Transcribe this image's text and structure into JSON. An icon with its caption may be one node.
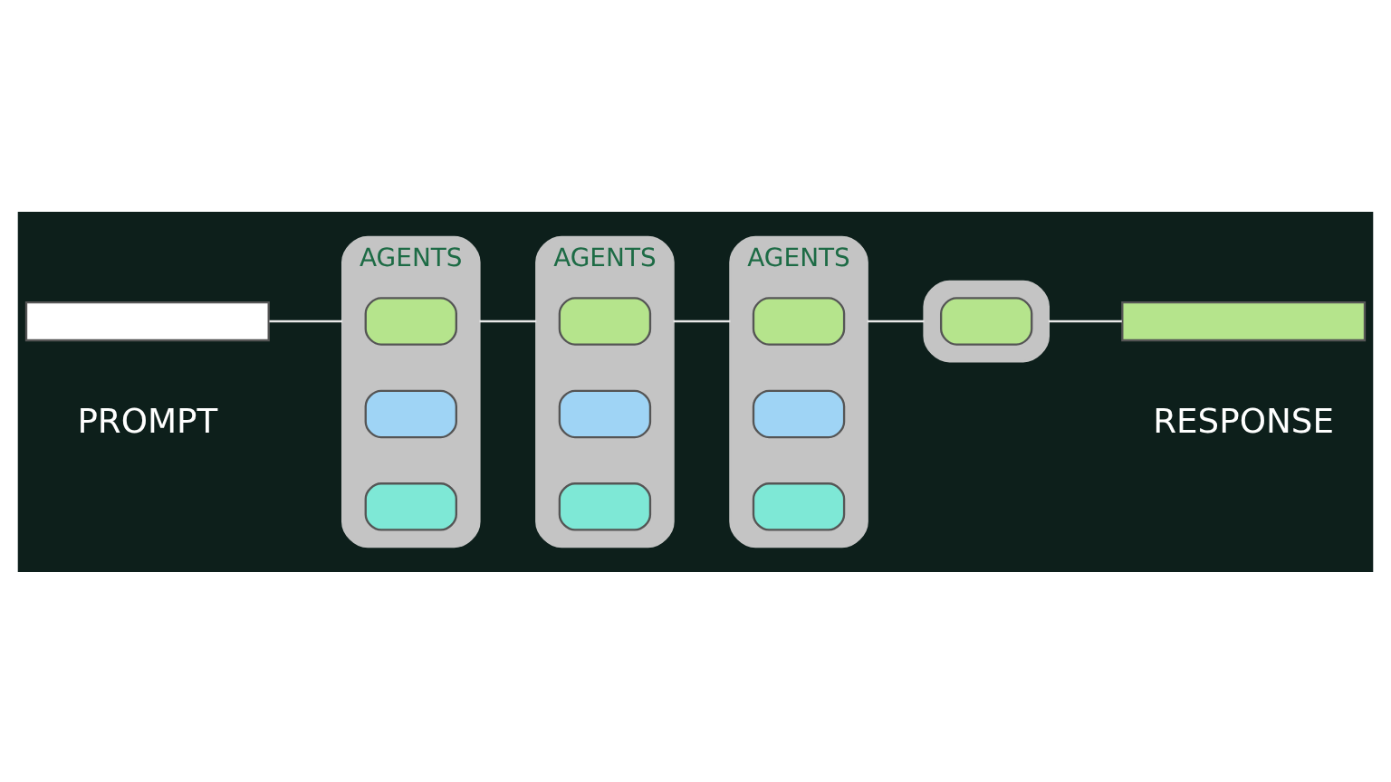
{
  "diagram": {
    "nodes": [
      {
        "text": [],
        "shape": "bar",
        "beside": [
          "PROMPT"
        ]
      },
      {
        "text": [
          "AGENTS"
        ]
      },
      {
        "text": [],
        "shape": "box",
        "in": 1
      },
      {
        "text": [],
        "shape": "box",
        "in": 1
      },
      {
        "text": [],
        "shape": "box",
        "in": 1
      },
      {
        "text": [
          "AGENTS"
        ]
      },
      {
        "text": [],
        "shape": "box",
        "in": 5
      },
      {
        "text": [],
        "shape": "box",
        "in": 5
      },
      {
        "text": [],
        "shape": "box",
        "in": 5
      },
      {
        "text": [
          "AGENTS"
        ]
      },
      {
        "text": [],
        "shape": "box",
        "in": 9
      },
      {
        "text": [],
        "shape": "box",
        "in": 9
      },
      {
        "text": [],
        "shape": "box",
        "in": 9
      },
      {
        "text": [],
        "shape": "box"
      },
      {
        "text": [],
        "shape": "box",
        "in": 13
      },
      {
        "text": [],
        "shape": "bar",
        "beside": [
          "RESPONSE"
        ]
      }
    ],
    "edges": [
      {
        "from": 0,
        "to": 1,
        "arrow": "none"
      },
      {
        "from": 1,
        "to": 5,
        "arrow": "none"
      },
      {
        "from": 5,
        "to": 9,
        "arrow": "none"
      },
      {
        "from": 9,
        "to": 13,
        "arrow": "none"
      },
      {
        "from": 13,
        "to": 15,
        "arrow": "none"
      }
    ]
  }
}
